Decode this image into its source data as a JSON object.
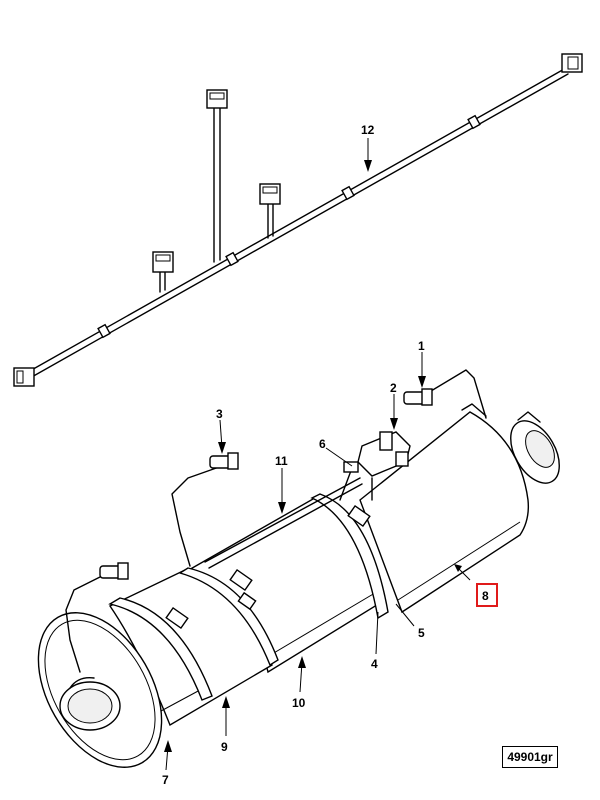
{
  "callouts": [
    {
      "id": "c1",
      "label": "1"
    },
    {
      "id": "c2",
      "label": "2"
    },
    {
      "id": "c3",
      "label": "3"
    },
    {
      "id": "c4",
      "label": "4"
    },
    {
      "id": "c5",
      "label": "5"
    },
    {
      "id": "c6",
      "label": "6"
    },
    {
      "id": "c7",
      "label": "7"
    },
    {
      "id": "c8",
      "label": "8"
    },
    {
      "id": "c9",
      "label": "9"
    },
    {
      "id": "c10",
      "label": "10"
    },
    {
      "id": "c11",
      "label": "11"
    },
    {
      "id": "c12",
      "label": "12"
    }
  ],
  "figure_ref": "49901gr",
  "highlight_color": "#e01a1a"
}
